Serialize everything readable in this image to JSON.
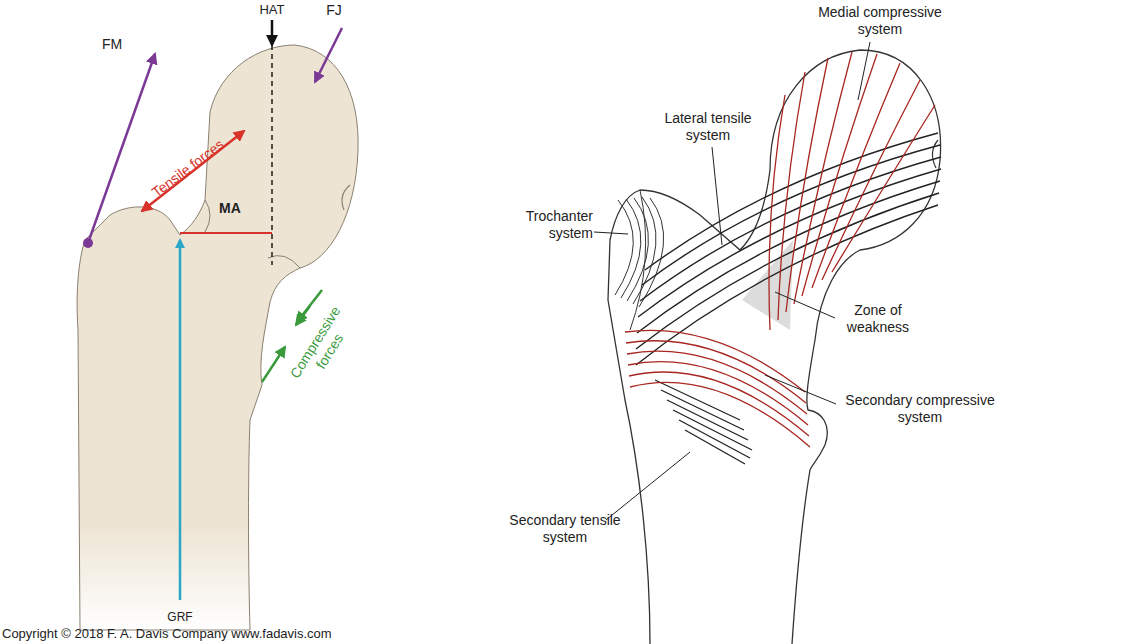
{
  "diagram": {
    "labels": [
      "FM",
      "HAT",
      "FJ",
      "Tensile forces",
      "MA",
      "Compressive forces",
      "GRF",
      "Copyright © 2018 F. A. Davis Company www.fadavis.com",
      "Medial compressive system",
      "Lateral tensile system",
      "Trochanter system",
      "Zone of weakness",
      "Secondary compressive system",
      "Secondary tensile system"
    ]
  }
}
